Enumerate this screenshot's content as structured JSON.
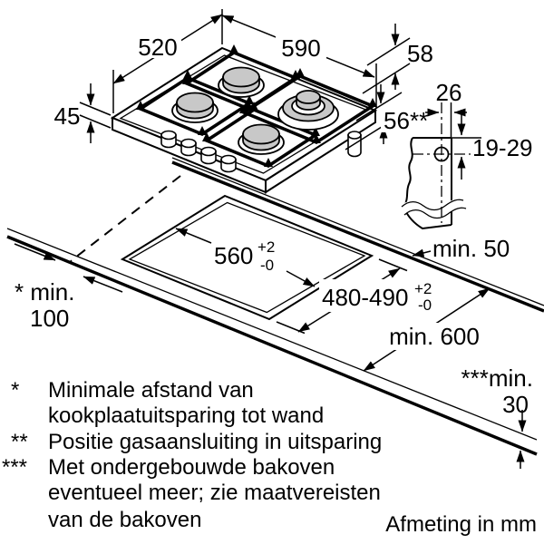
{
  "dims": {
    "hob_depth": "520",
    "hob_width": "590",
    "hob_height": "45",
    "offset_rear": "58",
    "offset_below": "56",
    "gas_width": "26",
    "gas_pos_marker": "**",
    "gas_range": "19-29",
    "cutout_width": "560",
    "cutout_width_sup": "+2",
    "cutout_width_sub": "-0",
    "cutout_depth": "480-490",
    "cutout_depth_sup": "+2",
    "cutout_depth_sub": "-0",
    "min_rear": "min. 50",
    "min_depth": "min. 600",
    "min_side_1": "* min.",
    "min_side_2": "100",
    "min_thick_1": "***min.",
    "min_thick_2": "30"
  },
  "footnotes": [
    {
      "marker": "*",
      "lines": [
        "Minimale afstand van",
        "kookplaatuitsparing tot wand"
      ]
    },
    {
      "marker": "**",
      "lines": [
        "Positie gasaansluiting in uitsparing"
      ]
    },
    {
      "marker": "***",
      "lines": [
        "Met ondergebouwde bakoven",
        "eventueel meer; zie maatvereisten",
        "van de bakoven"
      ]
    }
  ],
  "footer": {
    "units": "Afmeting in mm"
  },
  "colors": {
    "line": "#000000",
    "burner_fill": "#c8c8c8",
    "background": "#ffffff"
  }
}
